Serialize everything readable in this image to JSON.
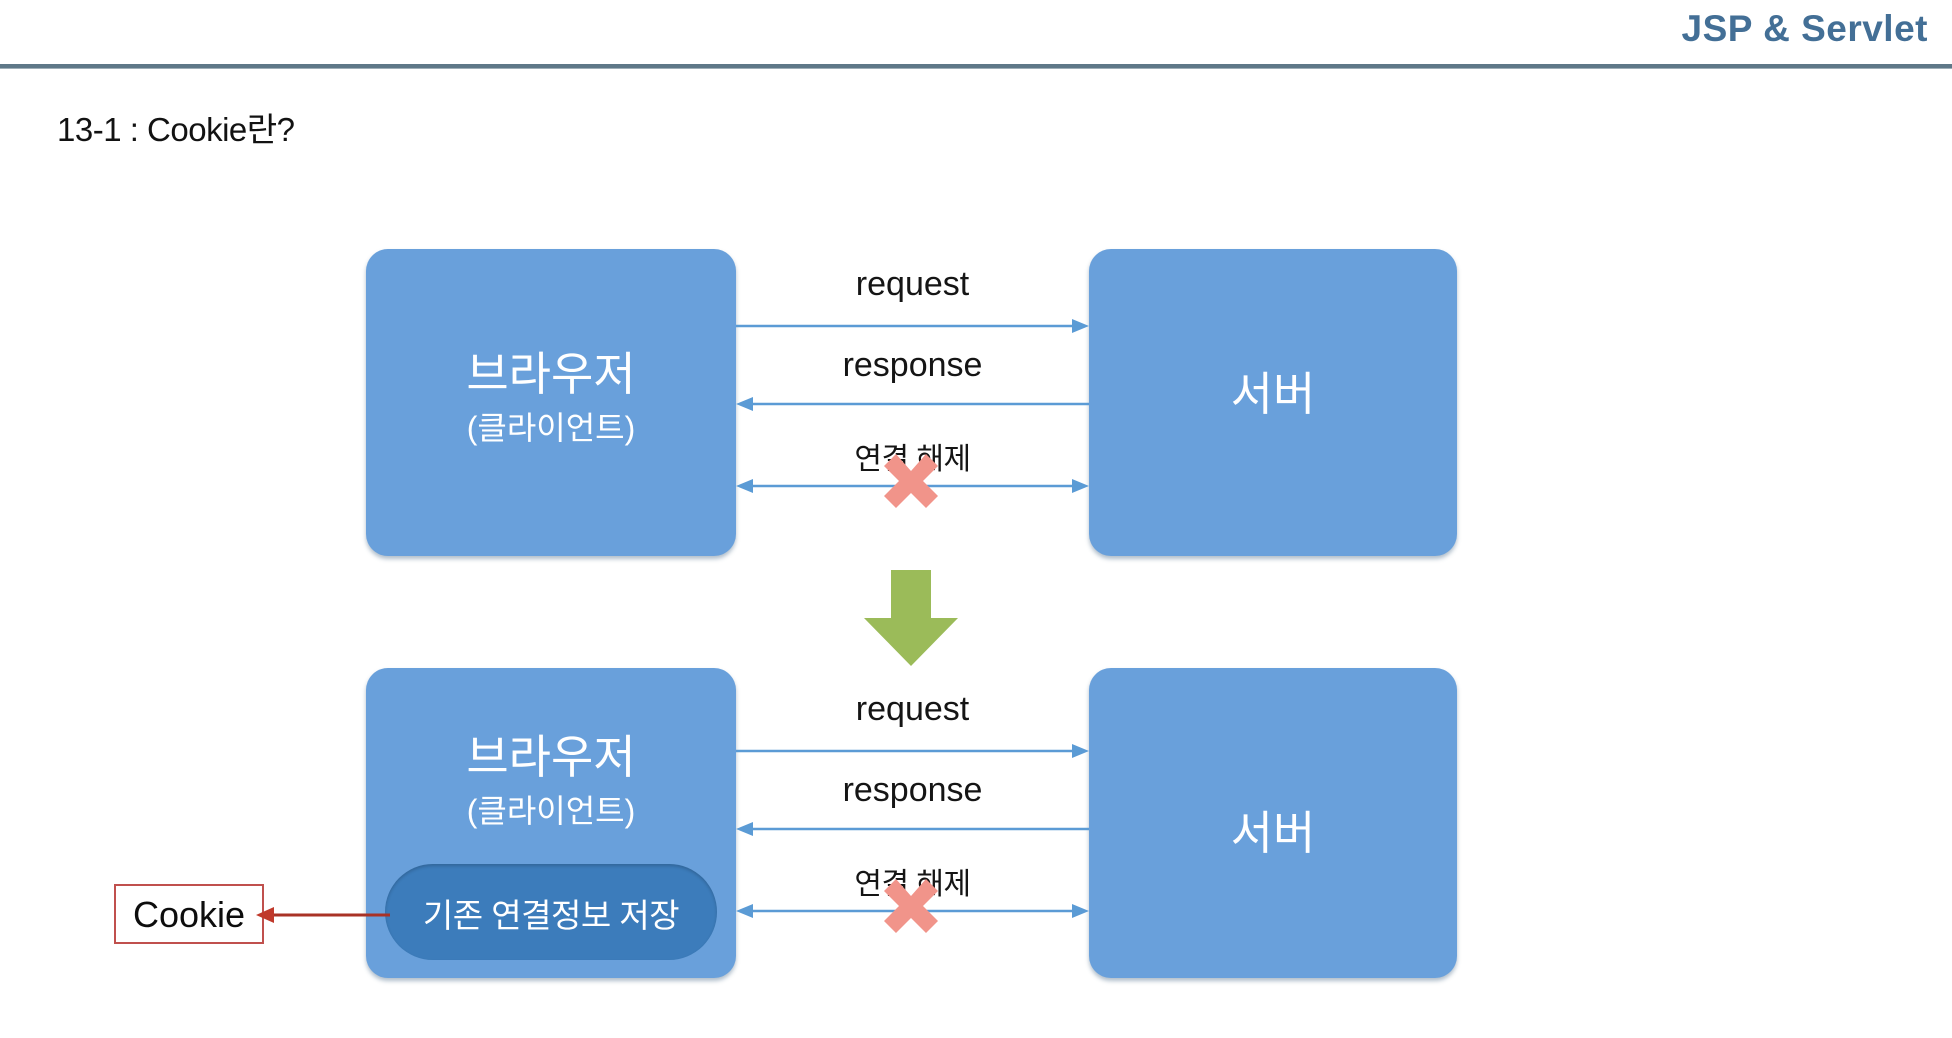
{
  "header": {
    "title": "JSP & Servlet",
    "title_color": "#436F96",
    "rule_color": "#5F7888"
  },
  "slide": {
    "title": "13-1 : Cookie란?"
  },
  "colors": {
    "node_blue": "#69A0DB",
    "pill_blue": "#3C7CBB",
    "arrow_blue": "#5B9BD5",
    "x_red": "#F1948A",
    "green_arrow": "#9BBB59",
    "callout_red": "#C0504D"
  },
  "diagram_top": {
    "browser": {
      "title": "브라우저",
      "subtitle": "(클라이언트)"
    },
    "server": {
      "title": "서버"
    },
    "flows": [
      {
        "label": "request",
        "direction": "right"
      },
      {
        "label": "response",
        "direction": "left"
      },
      {
        "label": "연결 해제",
        "direction": "both",
        "severed": true
      }
    ]
  },
  "transition": {
    "icon": "green-down-arrow"
  },
  "diagram_bottom": {
    "browser": {
      "title": "브라우저",
      "subtitle": "(클라이언트)",
      "store_pill": "기존 연결정보 저장"
    },
    "server": {
      "title": "서버"
    },
    "flows": [
      {
        "label": "request",
        "direction": "right"
      },
      {
        "label": "response",
        "direction": "left"
      },
      {
        "label": "연결 해제",
        "direction": "both",
        "severed": true
      }
    ],
    "callout": {
      "label": "Cookie"
    }
  }
}
